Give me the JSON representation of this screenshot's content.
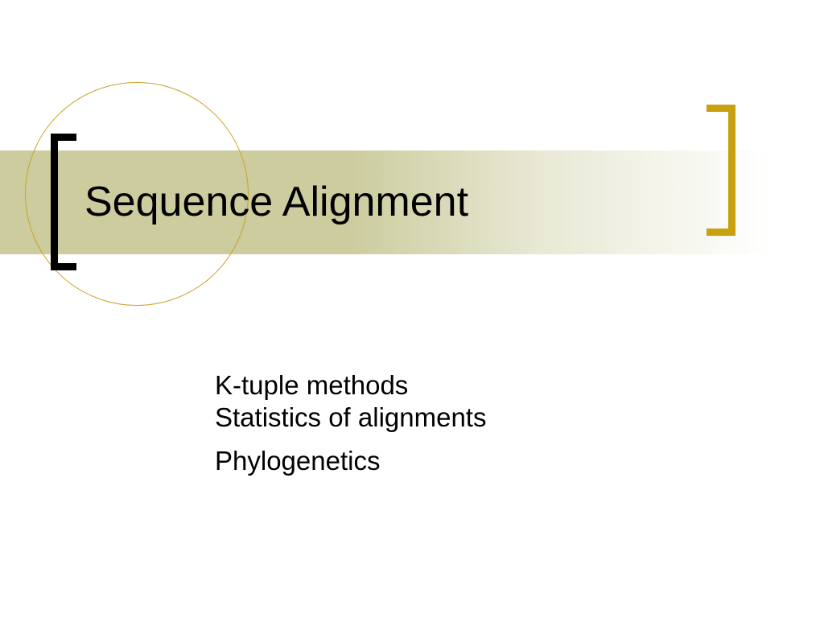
{
  "slide": {
    "title": "Sequence Alignment",
    "subtitle_lines": [
      "K-tuple methods",
      "Statistics of alignments",
      "Phylogenetics"
    ]
  },
  "colors": {
    "title_band": "#cccc9e",
    "circle_ring": "#c9a227",
    "left_bracket": "#000000",
    "right_bracket": "#c8a010"
  }
}
